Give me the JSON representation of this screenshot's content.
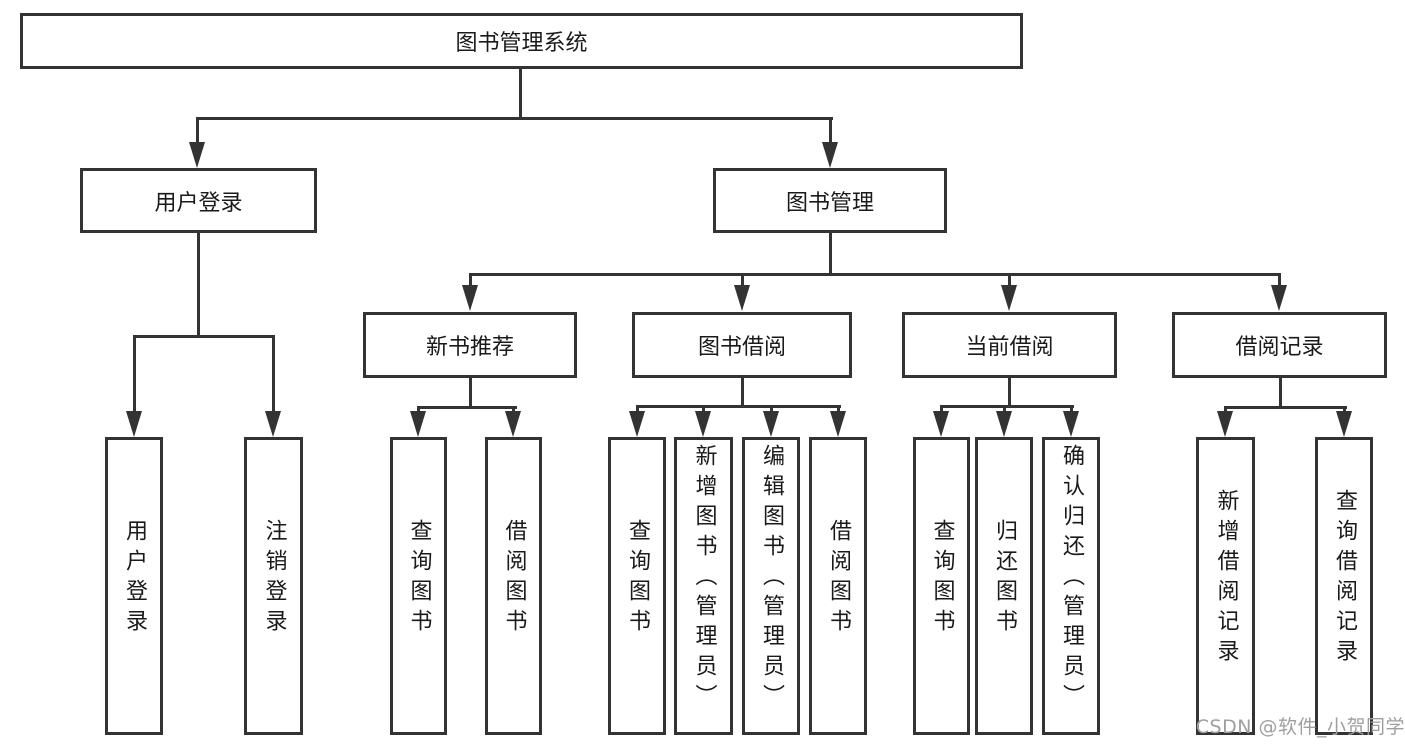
{
  "colors": {
    "line": "#333333",
    "text": "#1a1a1a",
    "watermark": "#9f9f9f",
    "background": "#ffffff"
  },
  "diagram_type": "feature-tree",
  "tree": {
    "label": "图书管理系统",
    "children": [
      {
        "label": "用户登录",
        "children": [
          {
            "label": "用户登录"
          },
          {
            "label": "注销登录"
          }
        ]
      },
      {
        "label": "图书管理",
        "children": [
          {
            "label": "新书推荐",
            "children": [
              {
                "label": "查询图书"
              },
              {
                "label": "借阅图书"
              }
            ]
          },
          {
            "label": "图书借阅",
            "children": [
              {
                "label": "查询图书"
              },
              {
                "label": "新增图书（管理员）"
              },
              {
                "label": "编辑图书（管理员）"
              },
              {
                "label": "借阅图书"
              }
            ]
          },
          {
            "label": "当前借阅",
            "children": [
              {
                "label": "查询图书"
              },
              {
                "label": "归还图书"
              },
              {
                "label": "确认归还（管理员）"
              }
            ]
          },
          {
            "label": "借阅记录",
            "children": [
              {
                "label": "新增借阅记录"
              },
              {
                "label": "查询借阅记录"
              }
            ]
          }
        ]
      }
    ]
  },
  "watermark": {
    "text": "CSDN @软件_小贺同学"
  }
}
